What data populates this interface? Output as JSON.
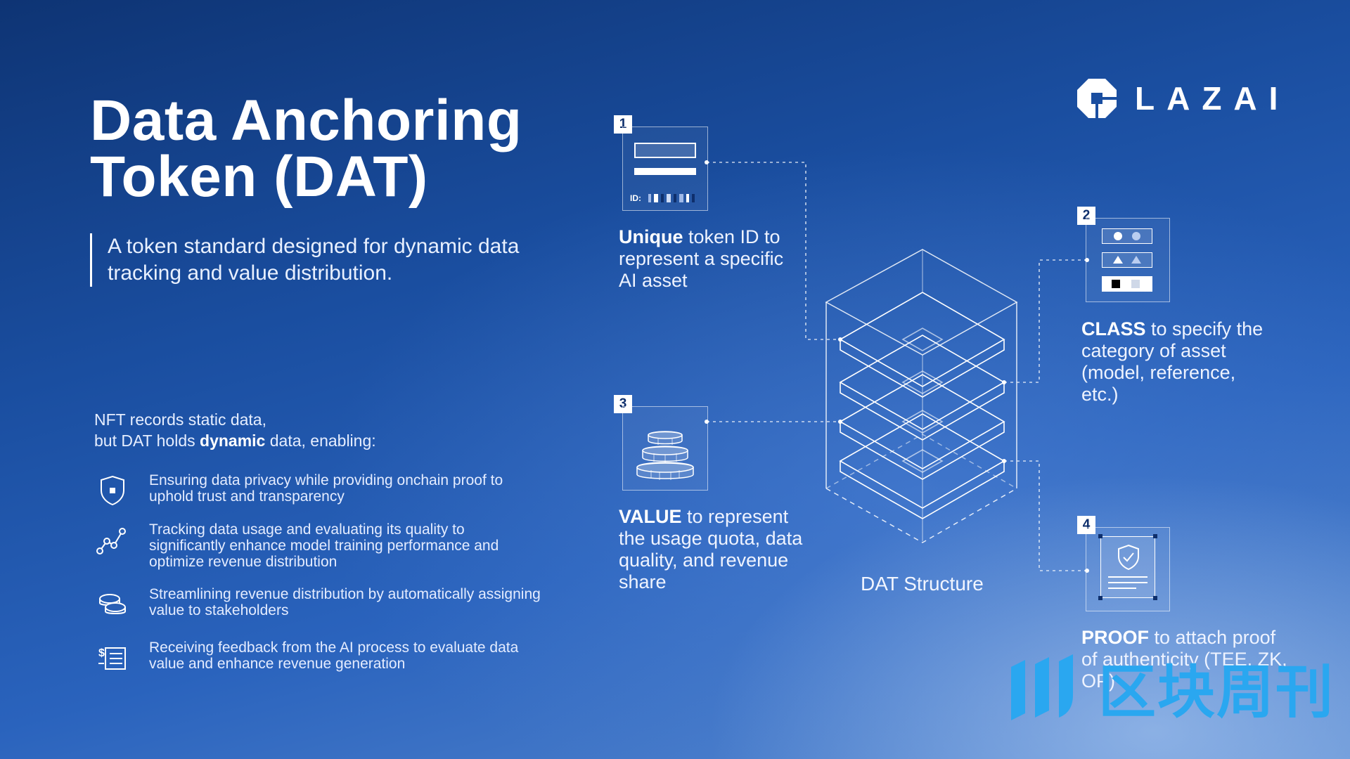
{
  "title": {
    "line1": "Data Anchoring",
    "line2": "Token (DAT)"
  },
  "subtitle": "A token standard designed for dynamic data tracking and value distribution.",
  "intro": {
    "line1": "NFT records static data,",
    "line2_pre": "but DAT holds ",
    "line2_bold": "dynamic",
    "line2_post": " data, enabling:"
  },
  "features": [
    {
      "icon": "shield-icon",
      "text": "Ensuring data privacy while providing onchain proof to uphold trust and transparency"
    },
    {
      "icon": "chart-line-icon",
      "text": "Tracking data usage and evaluating its quality to significantly enhance model training performance and optimize revenue distribution"
    },
    {
      "icon": "coins-icon",
      "text": "Streamlining revenue distribution by automatically assigning value to stakeholders"
    },
    {
      "icon": "ledger-icon",
      "text": "Receiving feedback from the AI process to evaluate data value and enhance revenue generation"
    }
  ],
  "logo": {
    "text": "LAZAI"
  },
  "structure_label": "DAT Structure",
  "components": [
    {
      "number": "1",
      "bold": "Unique",
      "rest": " token ID to represent a specific AI asset",
      "card_label": "ID:"
    },
    {
      "number": "2",
      "bold": "CLASS",
      "rest": " to specify the category of asset (model, reference, etc.)"
    },
    {
      "number": "3",
      "bold": "VALUE",
      "rest": " to represent the usage quota, data quality, and revenue share"
    },
    {
      "number": "4",
      "bold": "PROOF",
      "rest": " to attach proof of authenticity (TEE, ZK, OP)"
    }
  ],
  "watermark": {
    "text": "区块周刊"
  },
  "colors": {
    "accent_cyan": "#2aa7f0",
    "dark_navy": "#0e2f6c"
  }
}
